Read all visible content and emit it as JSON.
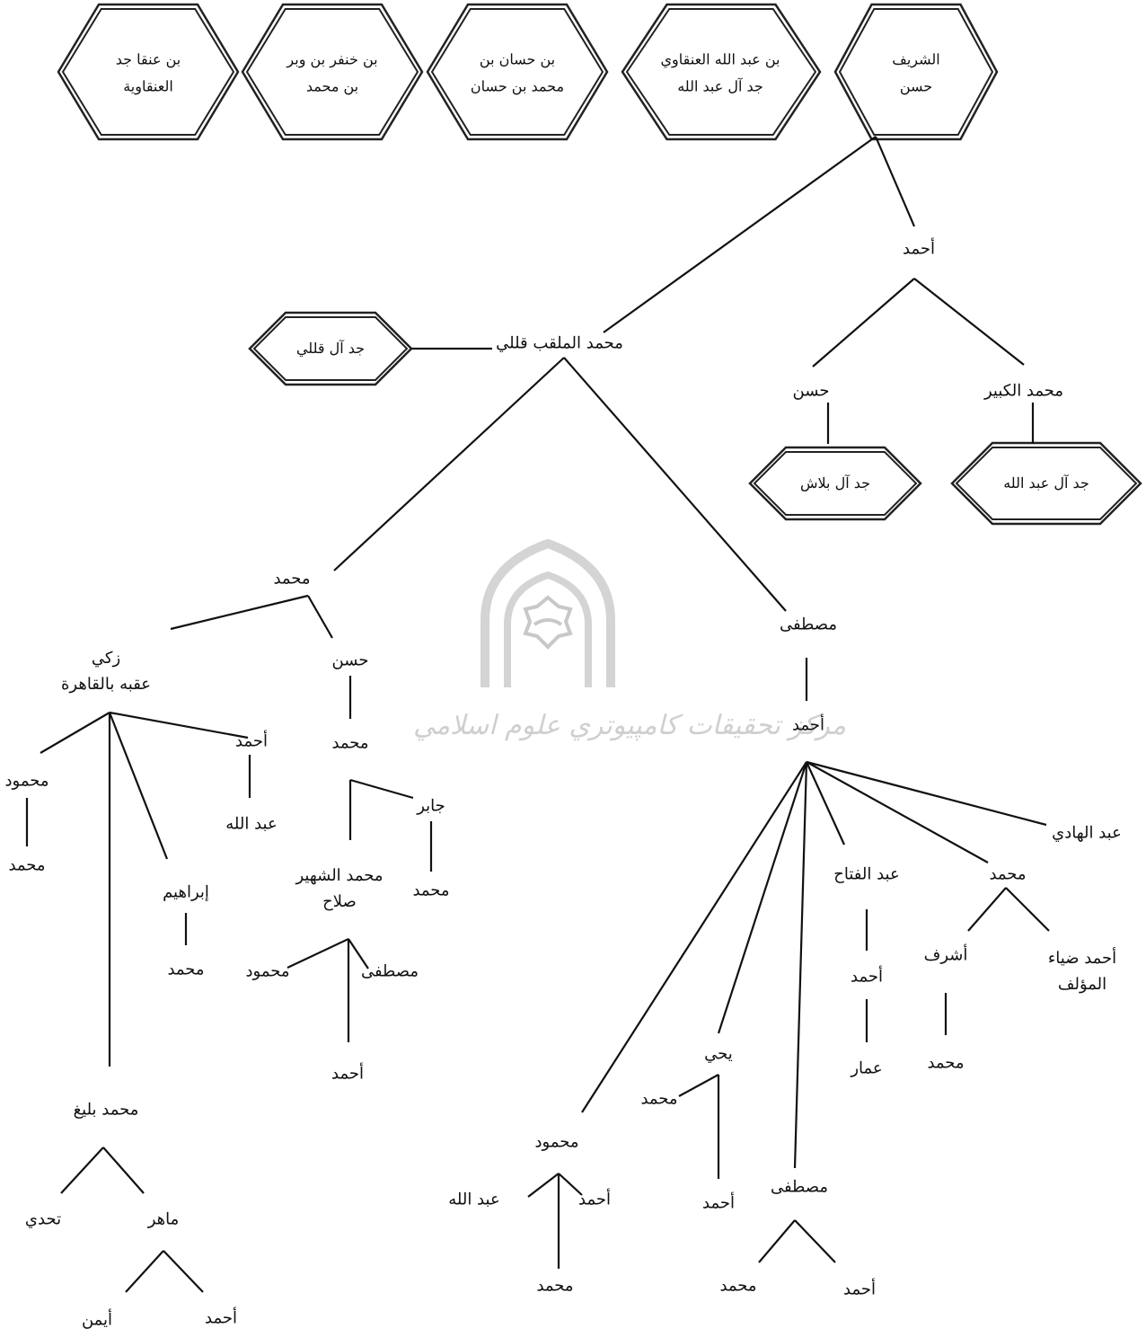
{
  "header_boxes": {
    "b1_l1": "الشريف",
    "b1_l2": "حسن",
    "b2_l1": "بن عبد الله العنقاوي",
    "b2_l2": "جد آل عبد الله",
    "b3_l1": "بن حسان بن",
    "b3_l2": "محمد بن حسان",
    "b4_l1": "بن خنفر بن وبر",
    "b4_l2": "بن محمد",
    "b5_l1": "بن عنقا جد",
    "b5_l2": "العنقاوية"
  },
  "side_boxes": {
    "qalli": "جد آل قللي",
    "balash": "جد آل بلاش",
    "abdullah": "جد آل عبد الله"
  },
  "nodes": {
    "ahmad_top": "أحمد",
    "muhammad_qalli": "محمد الملقب قللي",
    "hasan_r": "حسن",
    "muhammad_kabir": "محمد الكبير",
    "muhammad_l": "محمد",
    "mustafa": "مصطفى",
    "zaki_1": "زكي",
    "zaki_2": "عقبه بالقاهرة",
    "hasan_l": "حسن",
    "ahmad_zaki": "أحمد",
    "abdullah_zaki": "عبد الله",
    "mahmud_zaki": "محمود",
    "muhammad_mahmud": "محمد",
    "ibrahim": "إبراهيم",
    "muhammad_ibrahim": "محمد",
    "muhammad_hasan": "محمد",
    "jabir": "جابر",
    "muhammad_jabir": "محمد",
    "salah_1": "محمد الشهير",
    "salah_2": "صلاح",
    "mahmud_salah": "محمود",
    "mustafa_salah": "مصطفى",
    "ahmad_mustafa_salah": "أحمد",
    "muhammad_baligh": "محمد بليغ",
    "tahdi": "تحدي",
    "mahir": "ماهر",
    "ayman": "أيمن",
    "ahmad_mahir": "أحمد",
    "ahmad_mustafa": "أحمد",
    "abd_alhadi": "عبد الهادي",
    "muhammad_m": "محمد",
    "abd_alfattah": "عبد الفتاح",
    "ahmad_fattah": "أحمد",
    "ammar": "عمار",
    "ashraf": "أشرف",
    "muhammad_ashraf": "محمد",
    "ahmad_diya_1": "أحمد ضياء",
    "ahmad_diya_2": "المؤلف",
    "yahya": "يحي",
    "muhammad_yahya": "محمد",
    "ahmad_yahya": "أحمد",
    "mahmud_b": "محمود",
    "abdullah_b": "عبد الله",
    "ahmad_b": "أحمد",
    "muhammad_b": "محمد",
    "mustafa_b": "مصطفى",
    "muhammad_mb": "محمد",
    "ahmad_mb": "أحمد"
  },
  "watermark": "مركز تحقيقات كامپيوتري علوم اسلامي"
}
